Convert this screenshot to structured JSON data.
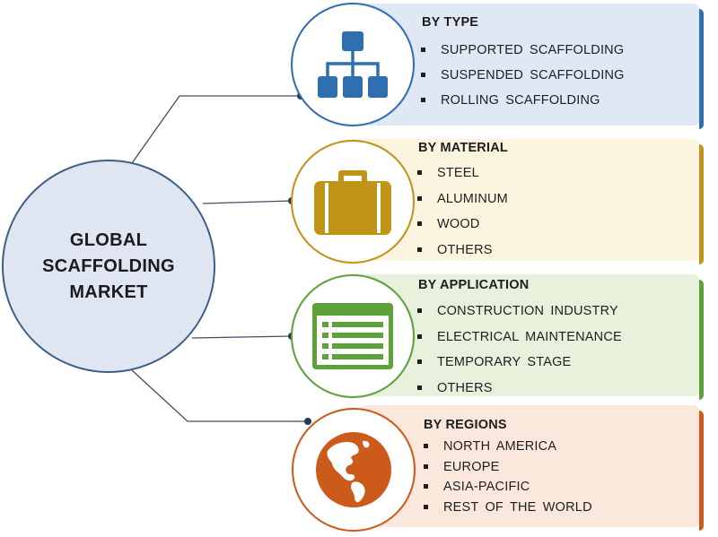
{
  "hub": {
    "title": "GLOBAL\nSCAFFOLDING\nMARKET"
  },
  "segments": [
    {
      "title": "BY TYPE",
      "icon": "hierarchy-icon",
      "color": "#2e6fb2",
      "panel_color": "#dfe8f4",
      "items": [
        "SUPPORTED SCAFFOLDING",
        "SUSPENDED SCAFFOLDING",
        "ROLLING SCAFFOLDING"
      ]
    },
    {
      "title": "BY MATERIAL",
      "icon": "briefcase-icon",
      "color": "#c09416",
      "panel_color": "#fbf5df",
      "items": [
        "STEEL",
        "ALUMINUM",
        "WOOD",
        "OTHERS"
      ]
    },
    {
      "title": "BY APPLICATION",
      "icon": "list-form-icon",
      "color": "#5da13a",
      "panel_color": "#e7f1dc",
      "items": [
        "CONSTRUCTION INDUSTRY",
        "ELECTRICAL MAINTENANCE",
        "TEMPORARY STAGE",
        "OTHERS"
      ]
    },
    {
      "title": "BY REGIONS",
      "icon": "globe-icon",
      "color": "#cc5a1a",
      "panel_color": "#fbe8dc",
      "items": [
        "NORTH AMERICA",
        "EUROPE",
        "ASIA-PACIFIC",
        "REST OF THE WORLD"
      ]
    }
  ]
}
